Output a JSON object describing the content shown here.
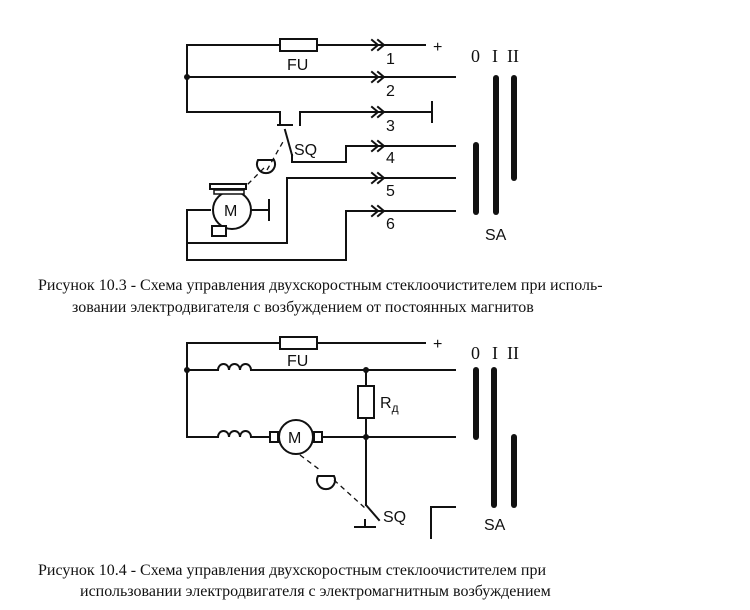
{
  "figure_1": {
    "labels": {
      "fuse": "FU",
      "plus": "+",
      "terminals": [
        "1",
        "2",
        "3",
        "4",
        "5",
        "6"
      ],
      "switch_limit": "SQ",
      "motor": "M",
      "selector": "SA",
      "positions": [
        "0",
        "I",
        "II"
      ]
    },
    "caption_line1": "Рисунок 10.3 -  Схема управления двухскоростным стеклоочистителем при исполь-",
    "caption_line2": "зовании электродвигателя с  возбуждением от постоянных магнитов"
  },
  "figure_2": {
    "labels": {
      "fuse": "FU",
      "plus": "+",
      "resistor": "R",
      "resistor_sub": "д",
      "motor": "M",
      "switch_limit": "SQ",
      "selector": "SA",
      "positions": [
        "0",
        "I",
        "II"
      ]
    },
    "caption_line1": "Рисунок 10.4 - Схема управления двухскоростным стеклоочистителем при",
    "caption_line2": "использовании электродвигателя с электромагнитным возбуждением"
  }
}
